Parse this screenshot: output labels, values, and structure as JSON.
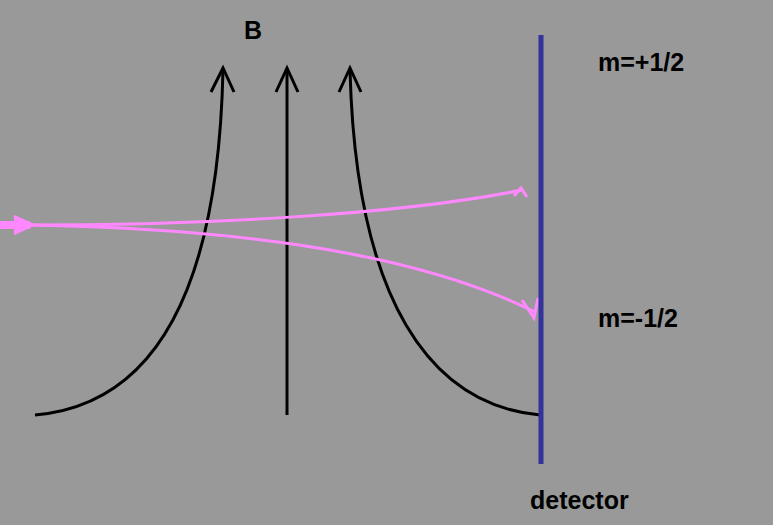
{
  "diagram": {
    "labels": [
      "B",
      "m=+1/2",
      "m=-1/2",
      "detector"
    ]
  }
}
